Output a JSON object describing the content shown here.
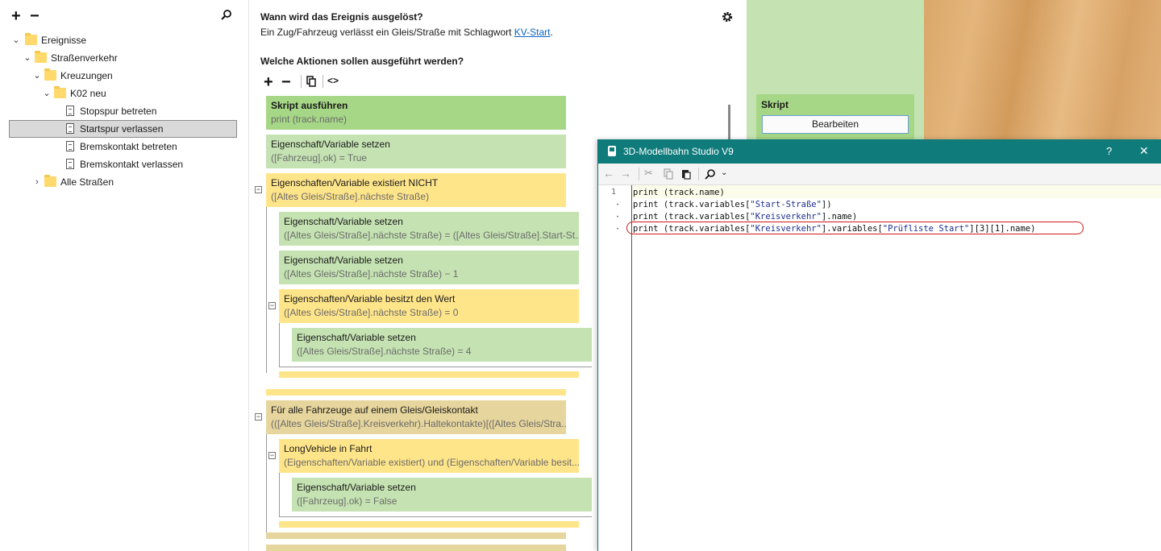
{
  "tree": {
    "add_label": "+",
    "remove_label": "−",
    "search_glyph": "⌕",
    "items": [
      {
        "label": "Ereignisse",
        "kind": "folder",
        "expanded": true
      },
      {
        "label": "Straßenverkehr",
        "kind": "folder",
        "expanded": true
      },
      {
        "label": "Kreuzungen",
        "kind": "folder",
        "expanded": true
      },
      {
        "label": "K02 neu",
        "kind": "folder",
        "expanded": true
      },
      {
        "label": "Stopspur betreten",
        "kind": "script"
      },
      {
        "label": "Startspur verlassen",
        "kind": "script",
        "selected": true
      },
      {
        "label": "Bremskontakt betreten",
        "kind": "script"
      },
      {
        "label": "Bremskontakt verlassen",
        "kind": "script"
      },
      {
        "label": "Alle Straßen",
        "kind": "folder",
        "expanded": false
      }
    ]
  },
  "trigger": {
    "heading": "Wann wird das Ereignis ausgelöst?",
    "text": "Ein Zug/Fahrzeug verlässt ein Gleis/Straße mit Schlagwort ",
    "link": "KV-Start",
    "suffix": "."
  },
  "actions": {
    "heading": "Welche Aktionen sollen ausgeführt werden?",
    "toolbar": {
      "add": "+",
      "remove": "−",
      "copy": "⎘",
      "code": "<>"
    },
    "blocks": [
      {
        "title": "Skript ausführen",
        "sub": "print (track.name)"
      },
      {
        "title": "Eigenschaft/Variable setzen",
        "sub": "([Fahrzeug].ok) = True"
      },
      {
        "title": "Eigenschaften/Variable existiert NICHT",
        "sub": "([Altes Gleis/Straße].nächste Straße)"
      },
      {
        "title": "Eigenschaft/Variable setzen",
        "sub": "([Altes Gleis/Straße].nächste Straße) = ([Altes Gleis/Straße].Start-St..."
      },
      {
        "title": "Eigenschaft/Variable setzen",
        "sub": "([Altes Gleis/Straße].nächste Straße) − 1"
      },
      {
        "title": "Eigenschaften/Variable besitzt den Wert",
        "sub": "([Altes Gleis/Straße].nächste Straße) = 0"
      },
      {
        "title": "Eigenschaft/Variable setzen",
        "sub": "([Altes Gleis/Straße].nächste Straße) = 4"
      },
      {
        "title": "Für alle Fahrzeuge auf einem Gleis/Gleiskontakt",
        "sub": "(([Altes Gleis/Straße].Kreisverkehr).Haltekontakte)[([Altes Gleis/Stra..."
      },
      {
        "title": "LongVehicle in Fahrt",
        "sub": "(Eigenschaften/Variable existiert) und (Eigenschaften/Variable besit..."
      },
      {
        "title": "Eigenschaft/Variable setzen",
        "sub": "([Fahrzeug].ok) = False"
      }
    ]
  },
  "skript_panel": {
    "label": "Skript",
    "button": "Bearbeiten"
  },
  "editor": {
    "title": "3D-Modellbahn Studio V9",
    "help": "?",
    "close": "✕",
    "line_number": "1",
    "lines": [
      {
        "pre": "print (track.name)",
        "str": "",
        "post": ""
      },
      {
        "pre": "print (track.variables[",
        "str": "\"Start-Straße\"",
        "post": "])"
      },
      {
        "pre": "print (track.variables[",
        "str": "\"Kreisverkehr\"",
        "post": "].name)"
      },
      {
        "pre": "print (track.variables[",
        "str": "\"Kreisverkehr\"",
        "post": "].variables[",
        "str2": "\"Prüfliste Start\"",
        "post2": "][3][1].name)"
      }
    ]
  },
  "colors": {
    "green": "#c5e3b2",
    "green_strong": "#a6d786",
    "yellow": "#ffe58a",
    "tan": "#e6d59c",
    "titlebar": "#0f7b7b",
    "highlight": "#d01818"
  }
}
